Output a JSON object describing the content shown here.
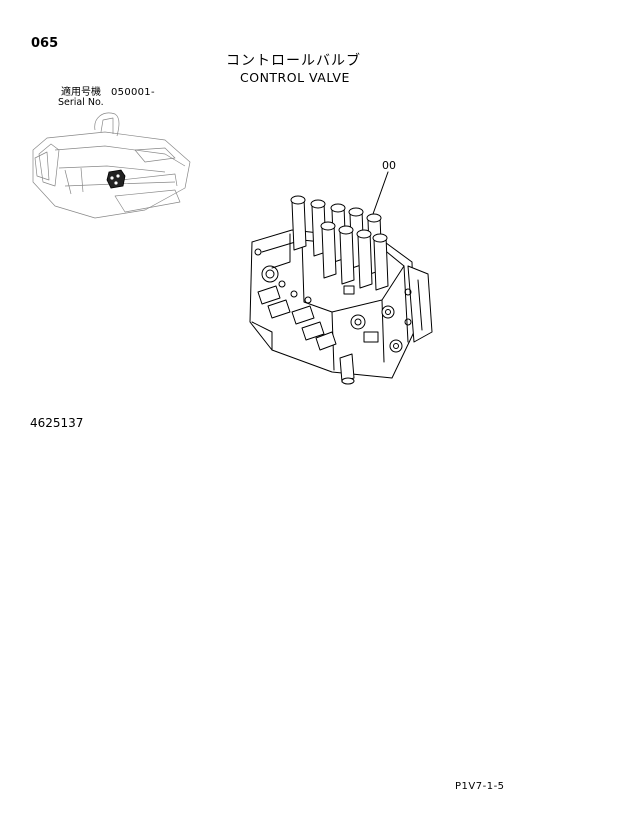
{
  "page": {
    "number": "065",
    "title_jp": "コントロールバルブ",
    "title_en": "CONTROL VALVE",
    "serial_label_jp": "適用号機",
    "serial_value": "050001-",
    "serial_label_en": "Serial No.",
    "callout": "00",
    "part_id": "4625137",
    "footer_code": "P1V7-1-5"
  }
}
